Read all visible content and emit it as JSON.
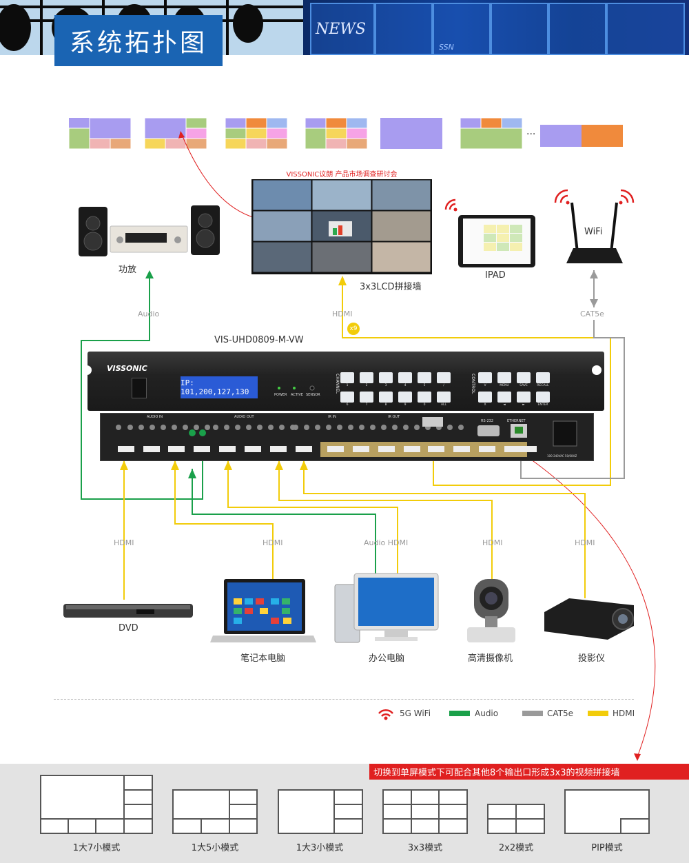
{
  "header": {
    "title": "系统拓扑图",
    "news_text": "NEWS",
    "ssn_text": "SSN"
  },
  "layouts_top": {
    "ellipsis": "..."
  },
  "video_wall": {
    "title_text": "VISSONIC议朗  产品市场调查研讨会",
    "label": "3x3LCD拼接墙"
  },
  "outputs": {
    "amp_label": "功放",
    "ipad_label": "IPAD",
    "wifi_text": "WiFi"
  },
  "wires": {
    "audio": "Audio",
    "hdmi_top": "HDMI",
    "x9": "x9",
    "cat5e": "CAT5e",
    "hdmi1": "HDMI",
    "hdmi2": "HDMI",
    "audio_hdmi": "Audio HDMI",
    "hdmi4": "HDMI",
    "hdmi5": "HDMI"
  },
  "device": {
    "model": "VIS-UHD0809-M-VW",
    "brand": "VISSONIC",
    "lcd_text": "IP: 101,200,127,130",
    "power": "POWER",
    "active": "ACTIVE",
    "sensor": "SENSOR",
    "channel": "CHANNEL",
    "control": "CONTROL",
    "keys_row1": [
      "1",
      "2",
      "3",
      "4",
      "5",
      "/",
      "V",
      "MENU",
      "SAVE",
      "RECALL"
    ],
    "keys_row2": [
      "6",
      "7",
      "8",
      "9",
      "0",
      "ALL",
      "X",
      "◄",
      "►",
      "ENTER"
    ],
    "audio_in": "AUDIO IN",
    "audio_out": "AUDIO OUT",
    "ir_in": "IR IN",
    "ir_out": "IR OUT",
    "rs232": "RS-232",
    "ethernet": "ETHERNET",
    "power_spec": "100-240VAC 50/60HZ"
  },
  "sources": {
    "dvd": "DVD",
    "laptop": "笔记本电脑",
    "pc": "办公电脑",
    "camera": "高清摄像机",
    "projector": "投影仪"
  },
  "legend": {
    "wifi": "5G WiFi",
    "audio": "Audio",
    "cat5e": "CAT5e",
    "hdmi": "HDMI"
  },
  "footer": {
    "note": "切换到单屏模式下可配合其他8个输出口形成3x3的视频拼接墙",
    "modes": [
      "1大7小模式",
      "1大5小模式",
      "1大3小模式",
      "3x3模式",
      "2x2模式",
      "PIP模式"
    ]
  },
  "colors": {
    "audio": "#1aa04a",
    "hdmi": "#f2cc0a",
    "cat5e": "#9a9a9a",
    "wifi": "#e02020",
    "title_bg": "#1a64b3"
  }
}
